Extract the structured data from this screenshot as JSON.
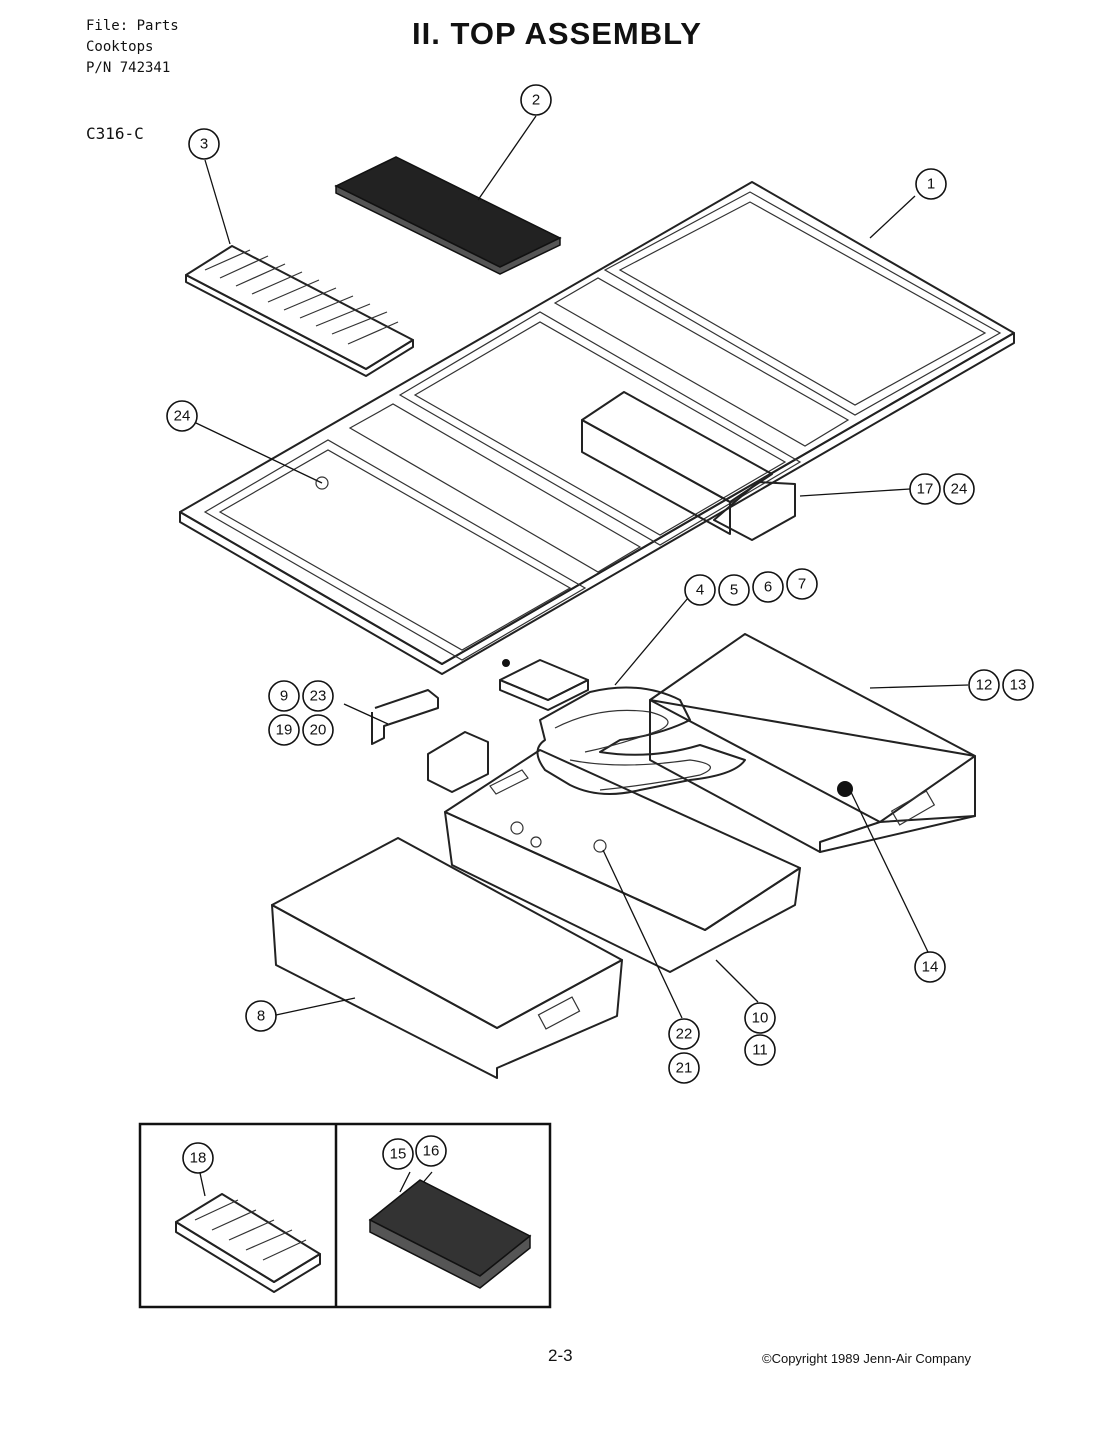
{
  "header": {
    "file_line": "File: Parts",
    "category_line": "Cooktops",
    "part_number_line": "P/N 742341",
    "model": "C316-C"
  },
  "title": "II. TOP ASSEMBLY",
  "callouts": [
    {
      "id": "c1",
      "label": "1"
    },
    {
      "id": "c2",
      "label": "2"
    },
    {
      "id": "c3",
      "label": "3"
    },
    {
      "id": "c4",
      "label": "4"
    },
    {
      "id": "c5",
      "label": "5"
    },
    {
      "id": "c6",
      "label": "6"
    },
    {
      "id": "c7",
      "label": "7"
    },
    {
      "id": "c8",
      "label": "8"
    },
    {
      "id": "c9",
      "label": "9"
    },
    {
      "id": "c10",
      "label": "10"
    },
    {
      "id": "c11",
      "label": "11"
    },
    {
      "id": "c12",
      "label": "12"
    },
    {
      "id": "c13",
      "label": "13"
    },
    {
      "id": "c14",
      "label": "14"
    },
    {
      "id": "c15",
      "label": "15"
    },
    {
      "id": "c16",
      "label": "16"
    },
    {
      "id": "c17",
      "label": "17"
    },
    {
      "id": "c18",
      "label": "18"
    },
    {
      "id": "c19",
      "label": "19"
    },
    {
      "id": "c20",
      "label": "20"
    },
    {
      "id": "c21",
      "label": "21"
    },
    {
      "id": "c22",
      "label": "22"
    },
    {
      "id": "c23",
      "label": "23"
    },
    {
      "id": "c24a",
      "label": "24"
    },
    {
      "id": "c24b",
      "label": "24"
    }
  ],
  "footer": {
    "page_number": "2-3",
    "copyright": "©Copyright 1989 Jenn-Air Company"
  }
}
